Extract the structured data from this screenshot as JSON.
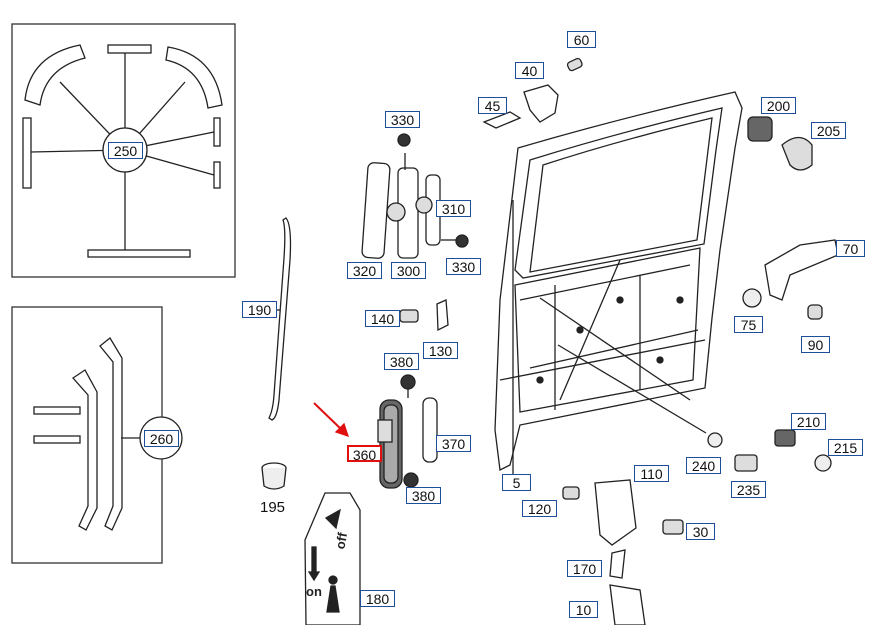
{
  "diagram": {
    "selected_part": "360",
    "accent_color": "#1f4f9a",
    "highlight_color": "#e01010",
    "callouts": {
      "c60": "60",
      "c40": "40",
      "c45": "45",
      "c200": "200",
      "c205": "205",
      "c330a": "330",
      "c310": "310",
      "c320": "320",
      "c300": "300",
      "c330b": "330",
      "c250": "250",
      "c190": "190",
      "c140": "140",
      "c130": "130",
      "c380a": "380",
      "c360": "360",
      "c370": "370",
      "c380b": "380",
      "c260": "260",
      "c70": "70",
      "c75": "75",
      "c90": "90",
      "c210": "210",
      "c215": "215",
      "c240": "240",
      "c235": "235",
      "c5": "5",
      "c110": "110",
      "c120": "120",
      "c30": "30",
      "c170": "170",
      "c10": "10",
      "c180": "180"
    },
    "plain_labels": {
      "p195": "195"
    },
    "sticker": {
      "word_off": "off",
      "word_on": "on"
    }
  }
}
